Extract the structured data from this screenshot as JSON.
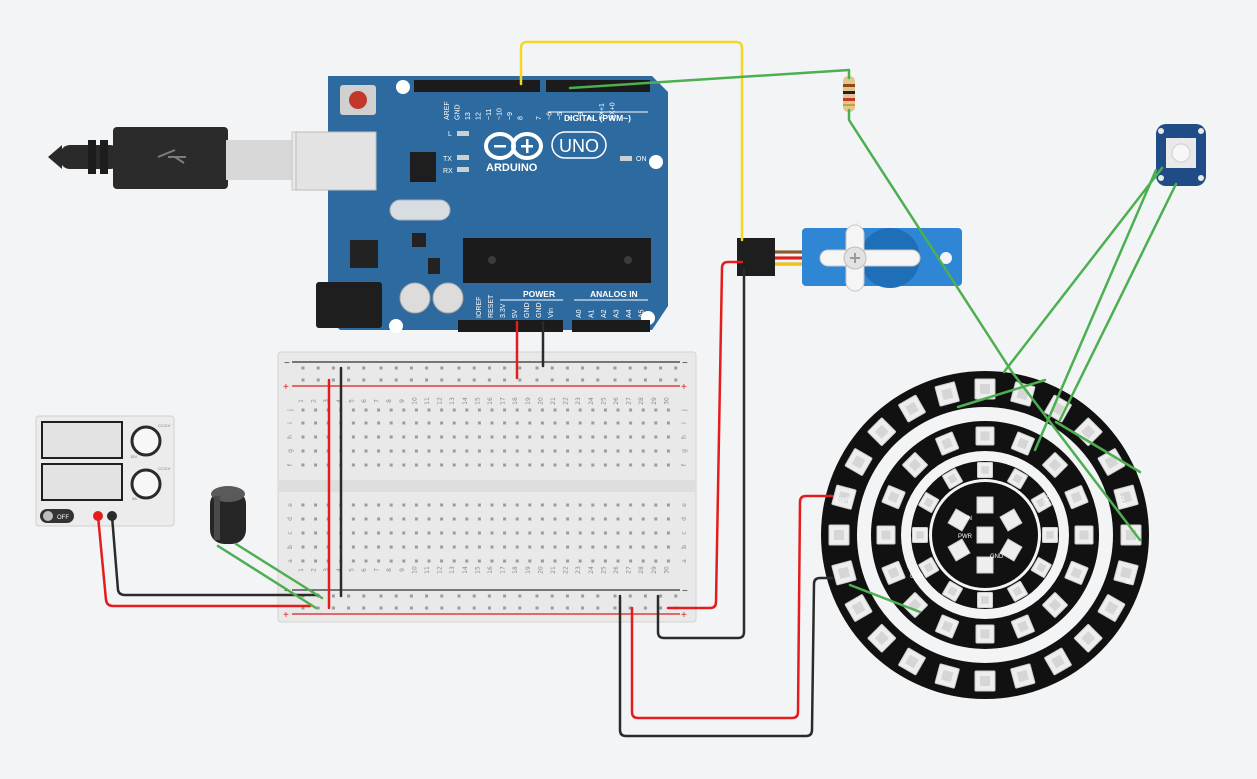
{
  "arduino": {
    "brand": "ARDUINO",
    "model": "UNO",
    "digital_label": "DIGITAL (PWM~)",
    "power_label": "POWER",
    "analog_label": "ANALOG IN",
    "led_l": "L",
    "led_tx": "TX",
    "led_rx": "RX",
    "on_label": "ON",
    "digital_pins": [
      "AREF",
      "GND",
      "13",
      "12",
      "~11",
      "~10",
      "~9",
      "8",
      "7",
      "~6",
      "~5",
      "4",
      "~3",
      "2",
      "TX+1",
      "RX+0"
    ],
    "power_pins": [
      "IOREF",
      "RESET",
      "3.3V",
      "5V",
      "GND",
      "GND",
      "Vin"
    ],
    "analog_pins": [
      "A0",
      "A1",
      "A2",
      "A3",
      "A4",
      "A5"
    ]
  },
  "breadboard": {
    "rail_minus": "−",
    "rail_plus": "+",
    "columns": [
      "1",
      "2",
      "3",
      "4",
      "5",
      "6",
      "7",
      "8",
      "9",
      "10",
      "11",
      "12",
      "13",
      "14",
      "15",
      "16",
      "17",
      "18",
      "19",
      "20",
      "21",
      "22",
      "23",
      "24",
      "25",
      "26",
      "27",
      "28",
      "29",
      "30"
    ],
    "rows_top": [
      "j",
      "i",
      "h",
      "g",
      "f"
    ],
    "rows_bottom": [
      "e",
      "d",
      "c",
      "b",
      "a"
    ]
  },
  "power_supply": {
    "switch_label": "OFF",
    "knob1_top": "CC/CV",
    "knob1_bottom": "15V",
    "knob2_top": "CC/CV",
    "knob2_bottom": "5A"
  },
  "neopixel_rings": {
    "pad_pwr": "PWR",
    "pad_gnd": "GND",
    "pad_in": "IN",
    "pad_out": "OUT",
    "outer_leds": 24,
    "middle_leds": 16,
    "inner_leds": 12
  },
  "colors": {
    "arduino_blue": "#2d6a9f",
    "wire_red": "#e31c1c",
    "wire_black": "#2b2b2b",
    "wire_green": "#4caf50",
    "wire_yellow": "#f5d623",
    "ring_black": "#111111"
  }
}
